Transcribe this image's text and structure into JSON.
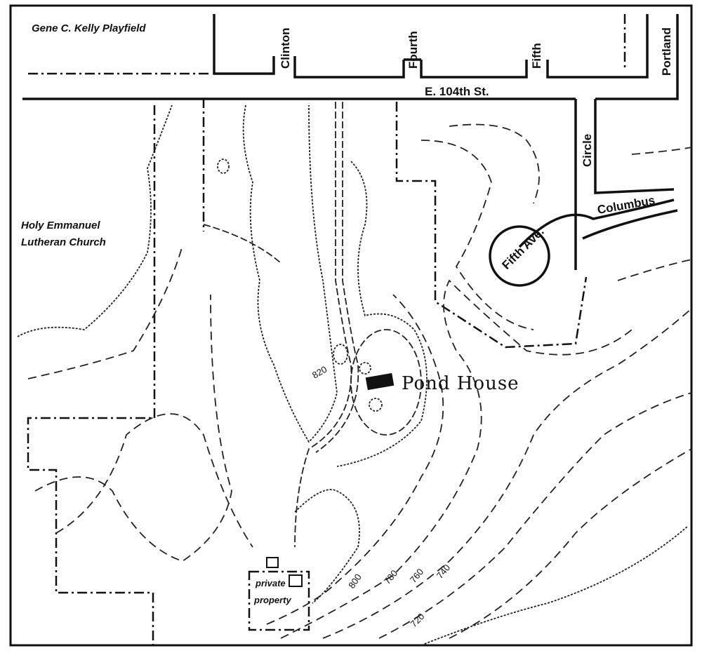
{
  "map": {
    "places": {
      "playfield": "Gene C. Kelly Playfield",
      "church_line1": "Holy Emmanuel",
      "church_line2": "Lutheran Church",
      "pond_house": "Pond House",
      "private_line1": "private",
      "private_line2": "property"
    },
    "streets": {
      "clinton": "Clinton",
      "fourth": "Fourth",
      "fifth": "Fifth",
      "portland": "Portland",
      "e104": "E. 104th St.",
      "circle": "Circle",
      "columbus": "Columbus",
      "fifth_ave": "Fifth Ave."
    },
    "contours": [
      "820",
      "800",
      "780",
      "760",
      "740",
      "720"
    ]
  }
}
